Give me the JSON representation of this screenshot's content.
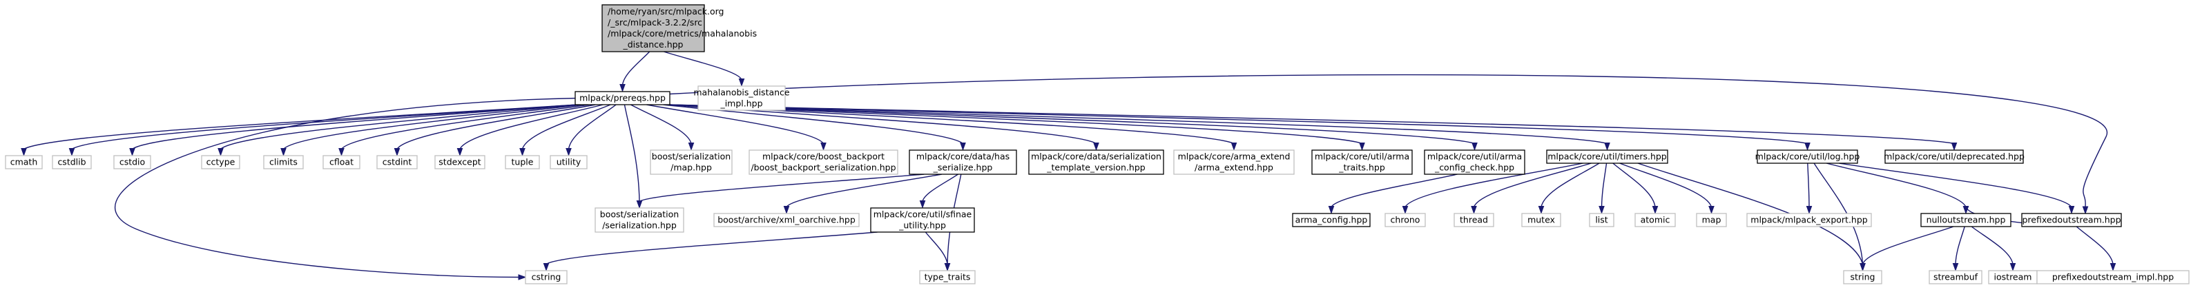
{
  "diagram": {
    "colors": {
      "edge": "#191970",
      "root_fill": "#bfbfbf",
      "root_stroke": "#000000",
      "documented_fill": "#ffffff",
      "documented_stroke": "#000000",
      "external_fill": "#ffffff",
      "external_stroke": "#bfbfbf",
      "text": "#000000"
    },
    "nodes": [
      {
        "id": "root",
        "kind": "root",
        "lines": [
          "/home/ryan/src/mlpack.org",
          "/_src/mlpack-3.2.2/src",
          "/mlpack/core/metrics/mahalanobis",
          "_distance.hpp"
        ]
      },
      {
        "id": "prereqs",
        "kind": "documented",
        "lines": [
          "mlpack/prereqs.hpp"
        ]
      },
      {
        "id": "mahal_impl",
        "kind": "external",
        "lines": [
          "mahalanobis_distance",
          "_impl.hpp"
        ]
      },
      {
        "id": "cmath",
        "kind": "external",
        "lines": [
          "cmath"
        ]
      },
      {
        "id": "cstdlib",
        "kind": "external",
        "lines": [
          "cstdlib"
        ]
      },
      {
        "id": "cstdio",
        "kind": "external",
        "lines": [
          "cstdio"
        ]
      },
      {
        "id": "cctype",
        "kind": "external",
        "lines": [
          "cctype"
        ]
      },
      {
        "id": "climits",
        "kind": "external",
        "lines": [
          "climits"
        ]
      },
      {
        "id": "cfloat",
        "kind": "external",
        "lines": [
          "cfloat"
        ]
      },
      {
        "id": "cstdint",
        "kind": "external",
        "lines": [
          "cstdint"
        ]
      },
      {
        "id": "stdexcept",
        "kind": "external",
        "lines": [
          "stdexcept"
        ]
      },
      {
        "id": "tuple",
        "kind": "external",
        "lines": [
          "tuple"
        ]
      },
      {
        "id": "utility",
        "kind": "external",
        "lines": [
          "utility"
        ]
      },
      {
        "id": "boost_map",
        "kind": "external",
        "lines": [
          "boost/serialization",
          "/map.hpp"
        ]
      },
      {
        "id": "boost_backport",
        "kind": "external",
        "lines": [
          "mlpack/core/boost_backport",
          "/boost_backport_serialization.hpp"
        ]
      },
      {
        "id": "has_serialize",
        "kind": "documented",
        "lines": [
          "mlpack/core/data/has",
          "_serialize.hpp"
        ]
      },
      {
        "id": "ser_template",
        "kind": "documented",
        "lines": [
          "mlpack/core/data/serialization",
          "_template_version.hpp"
        ]
      },
      {
        "id": "arma_extend",
        "kind": "external",
        "lines": [
          "mlpack/core/arma_extend",
          "/arma_extend.hpp"
        ]
      },
      {
        "id": "arma_traits",
        "kind": "documented",
        "lines": [
          "mlpack/core/util/arma",
          "_traits.hpp"
        ]
      },
      {
        "id": "arma_config_check",
        "kind": "documented",
        "lines": [
          "mlpack/core/util/arma",
          "_config_check.hpp"
        ]
      },
      {
        "id": "timers",
        "kind": "documented",
        "lines": [
          "mlpack/core/util/timers.hpp"
        ]
      },
      {
        "id": "log",
        "kind": "documented",
        "lines": [
          "mlpack/core/util/log.hpp"
        ]
      },
      {
        "id": "deprecated",
        "kind": "documented",
        "lines": [
          "mlpack/core/util/deprecated.hpp"
        ]
      },
      {
        "id": "boost_serialization",
        "kind": "external",
        "lines": [
          "boost/serialization",
          "/serialization.hpp"
        ]
      },
      {
        "id": "xml_oarchive",
        "kind": "external",
        "lines": [
          "boost/archive/xml_oarchive.hpp"
        ]
      },
      {
        "id": "sfinae",
        "kind": "documented",
        "lines": [
          "mlpack/core/util/sfinae",
          "_utility.hpp"
        ]
      },
      {
        "id": "arma_config",
        "kind": "documented",
        "lines": [
          "arma_config.hpp"
        ]
      },
      {
        "id": "chrono",
        "kind": "external",
        "lines": [
          "chrono"
        ]
      },
      {
        "id": "thread",
        "kind": "external",
        "lines": [
          "thread"
        ]
      },
      {
        "id": "mutex",
        "kind": "external",
        "lines": [
          "mutex"
        ]
      },
      {
        "id": "list",
        "kind": "external",
        "lines": [
          "list"
        ]
      },
      {
        "id": "atomic",
        "kind": "external",
        "lines": [
          "atomic"
        ]
      },
      {
        "id": "map",
        "kind": "external",
        "lines": [
          "map"
        ]
      },
      {
        "id": "mlpack_export",
        "kind": "external",
        "lines": [
          "mlpack/mlpack_export.hpp"
        ]
      },
      {
        "id": "nulloutstream",
        "kind": "documented",
        "lines": [
          "nulloutstream.hpp"
        ]
      },
      {
        "id": "prefixedoutstream",
        "kind": "documented",
        "lines": [
          "prefixedoutstream.hpp"
        ]
      },
      {
        "id": "cstring",
        "kind": "external",
        "lines": [
          "cstring"
        ]
      },
      {
        "id": "type_traits",
        "kind": "external",
        "lines": [
          "type_traits"
        ]
      },
      {
        "id": "string",
        "kind": "external",
        "lines": [
          "string"
        ]
      },
      {
        "id": "streambuf",
        "kind": "external",
        "lines": [
          "streambuf"
        ]
      },
      {
        "id": "iostream",
        "kind": "external",
        "lines": [
          "iostream"
        ]
      },
      {
        "id": "prefixed_impl",
        "kind": "external",
        "lines": [
          "prefixedoutstream_impl.hpp"
        ]
      }
    ],
    "edges": [
      [
        "root",
        "prereqs"
      ],
      [
        "root",
        "mahal_impl"
      ],
      [
        "prereqs",
        "cmath"
      ],
      [
        "prereqs",
        "cstdlib"
      ],
      [
        "prereqs",
        "cstdio"
      ],
      [
        "prereqs",
        "cctype"
      ],
      [
        "prereqs",
        "climits"
      ],
      [
        "prereqs",
        "cfloat"
      ],
      [
        "prereqs",
        "cstdint"
      ],
      [
        "prereqs",
        "stdexcept"
      ],
      [
        "prereqs",
        "tuple"
      ],
      [
        "prereqs",
        "utility"
      ],
      [
        "prereqs",
        "boost_map"
      ],
      [
        "prereqs",
        "boost_backport"
      ],
      [
        "prereqs",
        "has_serialize"
      ],
      [
        "prereqs",
        "ser_template"
      ],
      [
        "prereqs",
        "arma_extend"
      ],
      [
        "prereqs",
        "arma_traits"
      ],
      [
        "prereqs",
        "arma_config_check"
      ],
      [
        "prereqs",
        "timers"
      ],
      [
        "prereqs",
        "log"
      ],
      [
        "prereqs",
        "deprecated"
      ],
      [
        "prereqs",
        "boost_serialization"
      ],
      [
        "prereqs",
        "cstring"
      ],
      [
        "prereqs",
        "prefixedoutstream"
      ],
      [
        "has_serialize",
        "boost_serialization"
      ],
      [
        "has_serialize",
        "xml_oarchive"
      ],
      [
        "has_serialize",
        "sfinae"
      ],
      [
        "has_serialize",
        "type_traits"
      ],
      [
        "sfinae",
        "cstring"
      ],
      [
        "sfinae",
        "type_traits"
      ],
      [
        "arma_config_check",
        "arma_config"
      ],
      [
        "timers",
        "chrono"
      ],
      [
        "timers",
        "thread"
      ],
      [
        "timers",
        "mutex"
      ],
      [
        "timers",
        "list"
      ],
      [
        "timers",
        "atomic"
      ],
      [
        "timers",
        "map"
      ],
      [
        "timers",
        "string"
      ],
      [
        "log",
        "mlpack_export"
      ],
      [
        "log",
        "nulloutstream"
      ],
      [
        "log",
        "prefixedoutstream"
      ],
      [
        "log",
        "string"
      ],
      [
        "nulloutstream",
        "string"
      ],
      [
        "nulloutstream",
        "streambuf"
      ],
      [
        "nulloutstream",
        "iostream"
      ],
      [
        "prefixedoutstream",
        "nulloutstream"
      ],
      [
        "prefixedoutstream",
        "prefixed_impl"
      ]
    ]
  }
}
